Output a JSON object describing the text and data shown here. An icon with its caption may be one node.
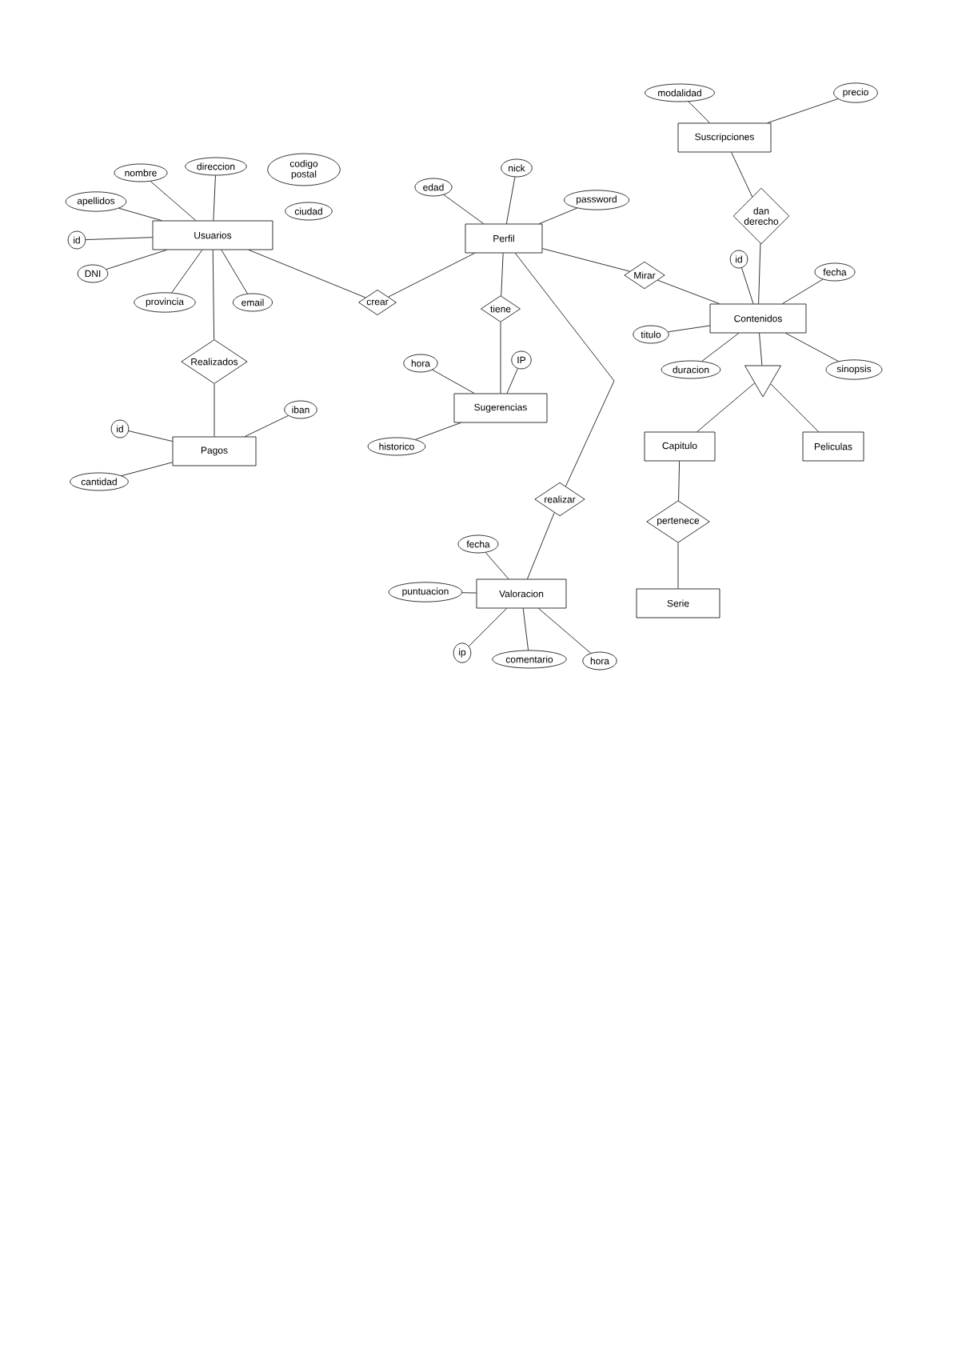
{
  "diagram": {
    "nodes": [
      {
        "text": [
          "modalidad"
        ]
      },
      {
        "text": [
          "precio"
        ]
      },
      {
        "text": [
          "Suscripciones"
        ]
      },
      {
        "text": [
          "nombre"
        ]
      },
      {
        "text": [
          "direccion"
        ]
      },
      {
        "text": [
          "codigo postal"
        ]
      },
      {
        "text": [
          "nick"
        ]
      },
      {
        "text": [
          "edad"
        ]
      },
      {
        "text": [
          "password"
        ]
      },
      {
        "text": [
          "apellidos"
        ]
      },
      {
        "text": [
          "ciudad"
        ]
      },
      {
        "text": [
          "dan derecho"
        ]
      },
      {
        "text": [
          "Usuarios"
        ]
      },
      {
        "text": [
          "Perfil"
        ]
      },
      {
        "text": [
          "id"
        ]
      },
      {
        "text": [
          "id"
        ]
      },
      {
        "text": [
          "fecha"
        ]
      },
      {
        "text": [
          "DNI"
        ]
      },
      {
        "text": [
          "Mirar"
        ]
      },
      {
        "text": [
          "provincia"
        ]
      },
      {
        "text": [
          "email"
        ]
      },
      {
        "text": [
          "crear"
        ]
      },
      {
        "text": [
          "tiene"
        ]
      },
      {
        "text": [
          "Contenidos"
        ]
      },
      {
        "text": [
          "titulo"
        ]
      },
      {
        "text": [
          "Realizados"
        ]
      },
      {
        "text": [
          "hora"
        ]
      },
      {
        "text": [
          "IP"
        ]
      },
      {
        "text": [
          "duracion"
        ]
      },
      {
        "text": [],
        "shape": "triangle"
      },
      {
        "text": [
          "sinopsis"
        ]
      },
      {
        "text": [
          "Sugerencias"
        ]
      },
      {
        "text": [
          "iban"
        ]
      },
      {
        "text": [
          "id"
        ]
      },
      {
        "text": [
          "historico"
        ]
      },
      {
        "text": [
          "Capitulo"
        ]
      },
      {
        "text": [
          "Peliculas"
        ]
      },
      {
        "text": [
          "Pagos"
        ]
      },
      {
        "text": [
          "cantidad"
        ]
      },
      {
        "text": [
          "realizar"
        ]
      },
      {
        "text": [
          "pertenece"
        ]
      },
      {
        "text": [
          "fecha"
        ]
      },
      {
        "text": [
          "puntuacion"
        ]
      },
      {
        "text": [
          "Valoracion"
        ]
      },
      {
        "text": [
          "Serie"
        ]
      },
      {
        "text": [
          "ip"
        ]
      },
      {
        "text": [
          "comentario"
        ]
      },
      {
        "text": [
          "hora"
        ]
      }
    ],
    "edges": [
      {
        "from": 0,
        "to": 2,
        "arrow": "none"
      },
      {
        "from": 1,
        "to": 2,
        "arrow": "none"
      },
      {
        "from": 3,
        "to": 12,
        "arrow": "none"
      },
      {
        "from": 4,
        "to": 12,
        "arrow": "none"
      },
      {
        "from": 9,
        "to": 12,
        "arrow": "none"
      },
      {
        "from": 14,
        "to": 12,
        "arrow": "none"
      },
      {
        "from": 17,
        "to": 12,
        "arrow": "none"
      },
      {
        "from": 19,
        "to": 12,
        "arrow": "none"
      },
      {
        "from": 20,
        "to": 12,
        "arrow": "none"
      },
      {
        "from": 12,
        "to": 21,
        "arrow": "none"
      },
      {
        "from": 21,
        "to": 13,
        "arrow": "none"
      },
      {
        "from": 7,
        "to": 13,
        "arrow": "none"
      },
      {
        "from": 6,
        "to": 13,
        "arrow": "none"
      },
      {
        "from": 8,
        "to": 13,
        "arrow": "none"
      },
      {
        "from": 13,
        "to": 22,
        "arrow": "none"
      },
      {
        "from": 22,
        "to": 31,
        "arrow": "none"
      },
      {
        "from": 26,
        "to": 31,
        "arrow": "none"
      },
      {
        "from": 27,
        "to": 31,
        "arrow": "none"
      },
      {
        "from": 34,
        "to": 31,
        "arrow": "none"
      },
      {
        "from": 13,
        "to": 18,
        "arrow": "none"
      },
      {
        "from": 18,
        "to": 23,
        "arrow": "none"
      },
      {
        "from": 2,
        "to": 11,
        "arrow": "none"
      },
      {
        "from": 11,
        "to": 23,
        "arrow": "none"
      },
      {
        "from": 15,
        "to": 23,
        "arrow": "none"
      },
      {
        "from": 16,
        "to": 23,
        "arrow": "none"
      },
      {
        "from": 24,
        "to": 23,
        "arrow": "none"
      },
      {
        "from": 28,
        "to": 23,
        "arrow": "none"
      },
      {
        "from": 30,
        "to": 23,
        "arrow": "none"
      },
      {
        "from": 23,
        "to": 29,
        "arrow": "none"
      },
      {
        "from": 29,
        "to": 35,
        "arrow": "none"
      },
      {
        "from": 29,
        "to": 36,
        "arrow": "none"
      },
      {
        "from": 35,
        "to": 40,
        "arrow": "none"
      },
      {
        "from": 40,
        "to": 44,
        "arrow": "none"
      },
      {
        "from": 13,
        "to": 39,
        "arrow": "none"
      },
      {
        "from": 39,
        "to": 43,
        "arrow": "none"
      },
      {
        "from": 41,
        "to": 43,
        "arrow": "none"
      },
      {
        "from": 42,
        "to": 43,
        "arrow": "none"
      },
      {
        "from": 45,
        "to": 43,
        "arrow": "none"
      },
      {
        "from": 46,
        "to": 43,
        "arrow": "none"
      },
      {
        "from": 47,
        "to": 43,
        "arrow": "none"
      },
      {
        "from": 12,
        "to": 25,
        "arrow": "none"
      },
      {
        "from": 25,
        "to": 37,
        "arrow": "none"
      },
      {
        "from": 33,
        "to": 37,
        "arrow": "none"
      },
      {
        "from": 32,
        "to": 37,
        "arrow": "none"
      },
      {
        "from": 38,
        "to": 37,
        "arrow": "none"
      }
    ]
  }
}
